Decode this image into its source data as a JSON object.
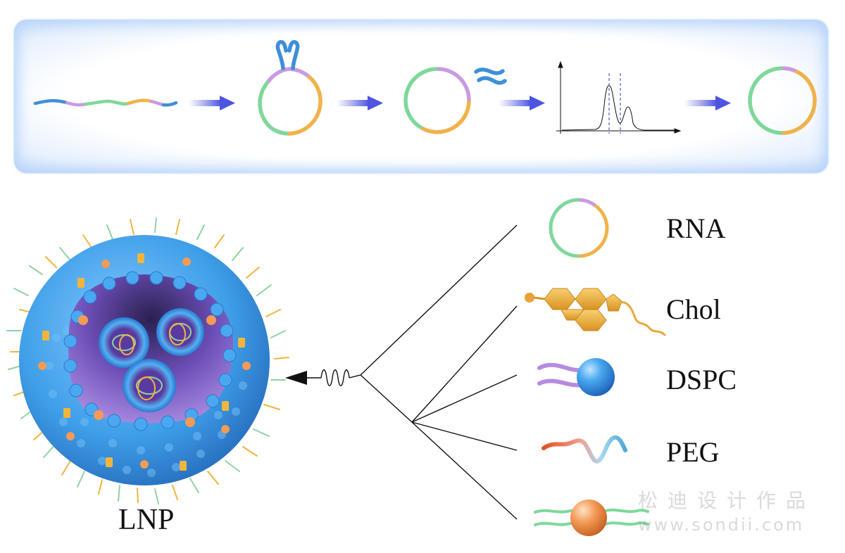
{
  "labels": {
    "lnp": "LNP",
    "rna": "RNA",
    "chol": "Chol",
    "dspc": "DSPC",
    "peg": "PEG"
  },
  "watermark": {
    "line1": "松迪设计作品",
    "line2": "www.sondii.com"
  },
  "colors": {
    "rna_green": "#7ed89a",
    "rna_orange": "#f0b24a",
    "rna_purple": "#c99be0",
    "stem_blue": "#3e8fd8",
    "arrow_blue": "#5b63e6",
    "lipid_blue": "#3b9be8",
    "cholesterol_yellow": "#f3b43c",
    "peg_orange": "#e2521f",
    "ionizable_orange": "#f39a55"
  }
}
